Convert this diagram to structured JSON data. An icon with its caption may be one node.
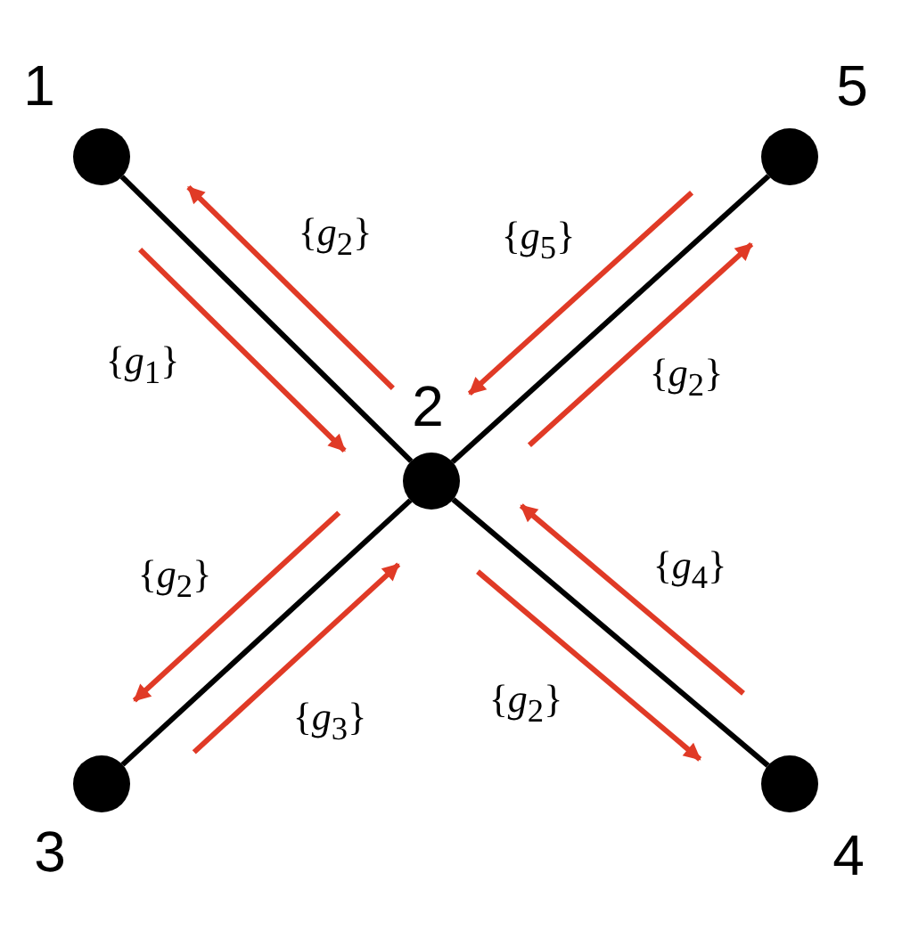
{
  "diagram": {
    "nodes": [
      {
        "text": [],
        "shape": "circle",
        "beside": [
          "1"
        ]
      },
      {
        "text": [],
        "shape": "circle",
        "beside": [
          "5"
        ]
      },
      {
        "text": [],
        "shape": "circle",
        "beside": [
          "2"
        ]
      },
      {
        "text": [],
        "shape": "circle",
        "beside": [
          "3"
        ]
      },
      {
        "text": [],
        "shape": "circle",
        "beside": [
          "4"
        ]
      }
    ],
    "edges": [
      {
        "from": 0,
        "to": 2,
        "arrow": "none",
        "color": "#000000"
      },
      {
        "from": 1,
        "to": 2,
        "arrow": "none",
        "color": "#000000"
      },
      {
        "from": 3,
        "to": 2,
        "arrow": "none",
        "color": "#000000"
      },
      {
        "from": 4,
        "to": 2,
        "arrow": "none",
        "color": "#000000"
      },
      {
        "from": 2,
        "to": 0,
        "arrow": "to",
        "label": "{*g*$_{2}$}"
      },
      {
        "from": 0,
        "to": 2,
        "arrow": "to",
        "label": "{*g*$_{1}$}"
      },
      {
        "from": 1,
        "to": 2,
        "arrow": "to",
        "label": "{*g*$_{5}$}"
      },
      {
        "from": 2,
        "to": 1,
        "arrow": "to",
        "label": "{*g*$_{2}$}"
      },
      {
        "from": 2,
        "to": 3,
        "arrow": "to",
        "label": "{*g*$_{2}$}"
      },
      {
        "from": 3,
        "to": 2,
        "arrow": "to",
        "label": "{*g*$_{3}$}"
      },
      {
        "from": 4,
        "to": 2,
        "arrow": "to",
        "label": "{*g*$_{4}$}"
      },
      {
        "from": 2,
        "to": 4,
        "arrow": "to",
        "label": "{*g*$_{2}$}"
      }
    ]
  }
}
